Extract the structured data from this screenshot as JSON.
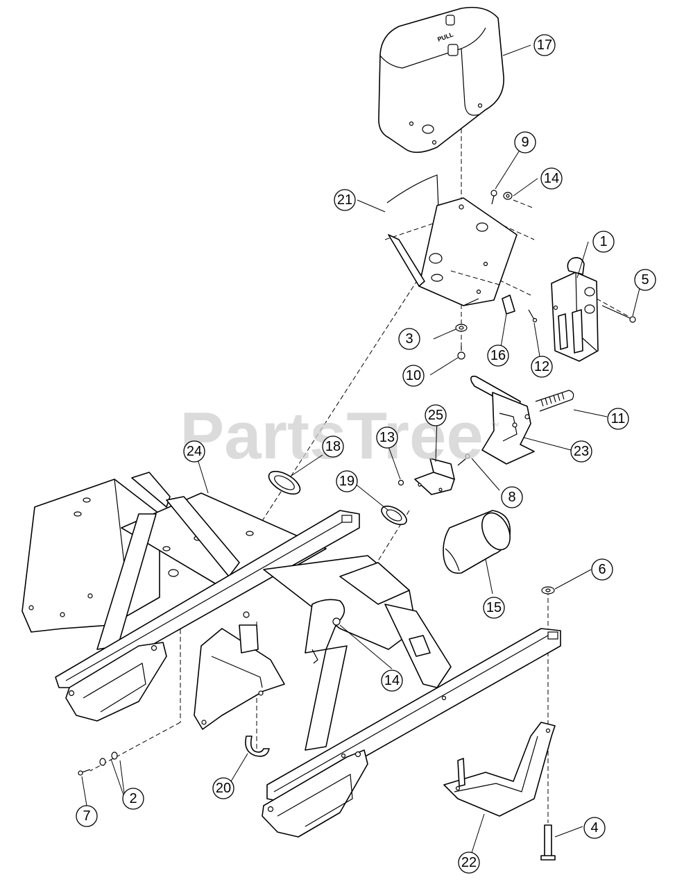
{
  "watermark": {
    "text": "PartsTree",
    "trademark": "™"
  },
  "tank_label": "PULL",
  "callouts": [
    "1",
    "2",
    "3",
    "4",
    "5",
    "6",
    "7",
    "8",
    "9",
    "10",
    "11",
    "12",
    "13",
    "14",
    "14",
    "15",
    "16",
    "17",
    "18",
    "19",
    "20",
    "21",
    "22",
    "23",
    "24",
    "25"
  ],
  "colors": {
    "line": "#000000",
    "background": "#ffffff",
    "watermark": "#cfcfcf"
  }
}
